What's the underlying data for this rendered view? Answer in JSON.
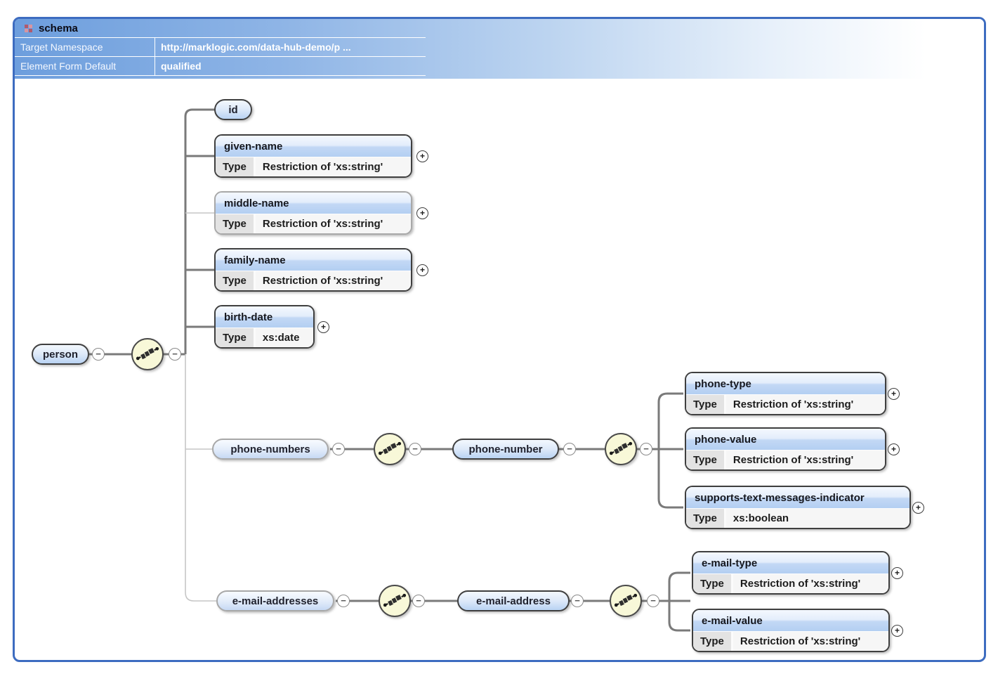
{
  "schema_header": {
    "title": "schema",
    "fields": [
      {
        "label": "Target Namespace",
        "value": "http://marklogic.com/data-hub-demo/p ..."
      },
      {
        "label": "Element Form Default",
        "value": "qualified"
      }
    ]
  },
  "labels": {
    "type": "Type"
  },
  "glyphs": {
    "collapse": "−",
    "expand": "+"
  },
  "icons": {
    "schema": "grid-icon",
    "compositor": "sequence-icon",
    "collapse": "minus-circle-icon",
    "expand": "plus-circle-icon"
  },
  "colors": {
    "frame_border": "#3d6cc0",
    "header_band_blue": "#6d9edd",
    "required_border": "#3f3f3f",
    "optional_border": "#a8a8a8",
    "sequence_fill": "#f8f8d8",
    "element_header_blue": "#b3cff2"
  },
  "elements": {
    "person": {
      "name": "person"
    },
    "id": {
      "name": "id"
    },
    "given_name": {
      "name": "given-name",
      "type": "Restriction of 'xs:string'"
    },
    "middle_name": {
      "name": "middle-name",
      "type": "Restriction of 'xs:string'"
    },
    "family_name": {
      "name": "family-name",
      "type": "Restriction of 'xs:string'"
    },
    "birth_date": {
      "name": "birth-date",
      "type": "xs:date"
    },
    "phone_numbers": {
      "name": "phone-numbers"
    },
    "phone_number": {
      "name": "phone-number"
    },
    "phone_type": {
      "name": "phone-type",
      "type": "Restriction of 'xs:string'"
    },
    "phone_value": {
      "name": "phone-value",
      "type": "Restriction of 'xs:string'"
    },
    "supports_text_messages_indicator": {
      "name": "supports-text-messages-indicator",
      "type": "xs:boolean"
    },
    "email_addresses": {
      "name": "e-mail-addresses"
    },
    "email_address": {
      "name": "e-mail-address"
    },
    "email_type": {
      "name": "e-mail-type",
      "type": "Restriction of 'xs:string'"
    },
    "email_value": {
      "name": "e-mail-value",
      "type": "Restriction of 'xs:string'"
    }
  }
}
